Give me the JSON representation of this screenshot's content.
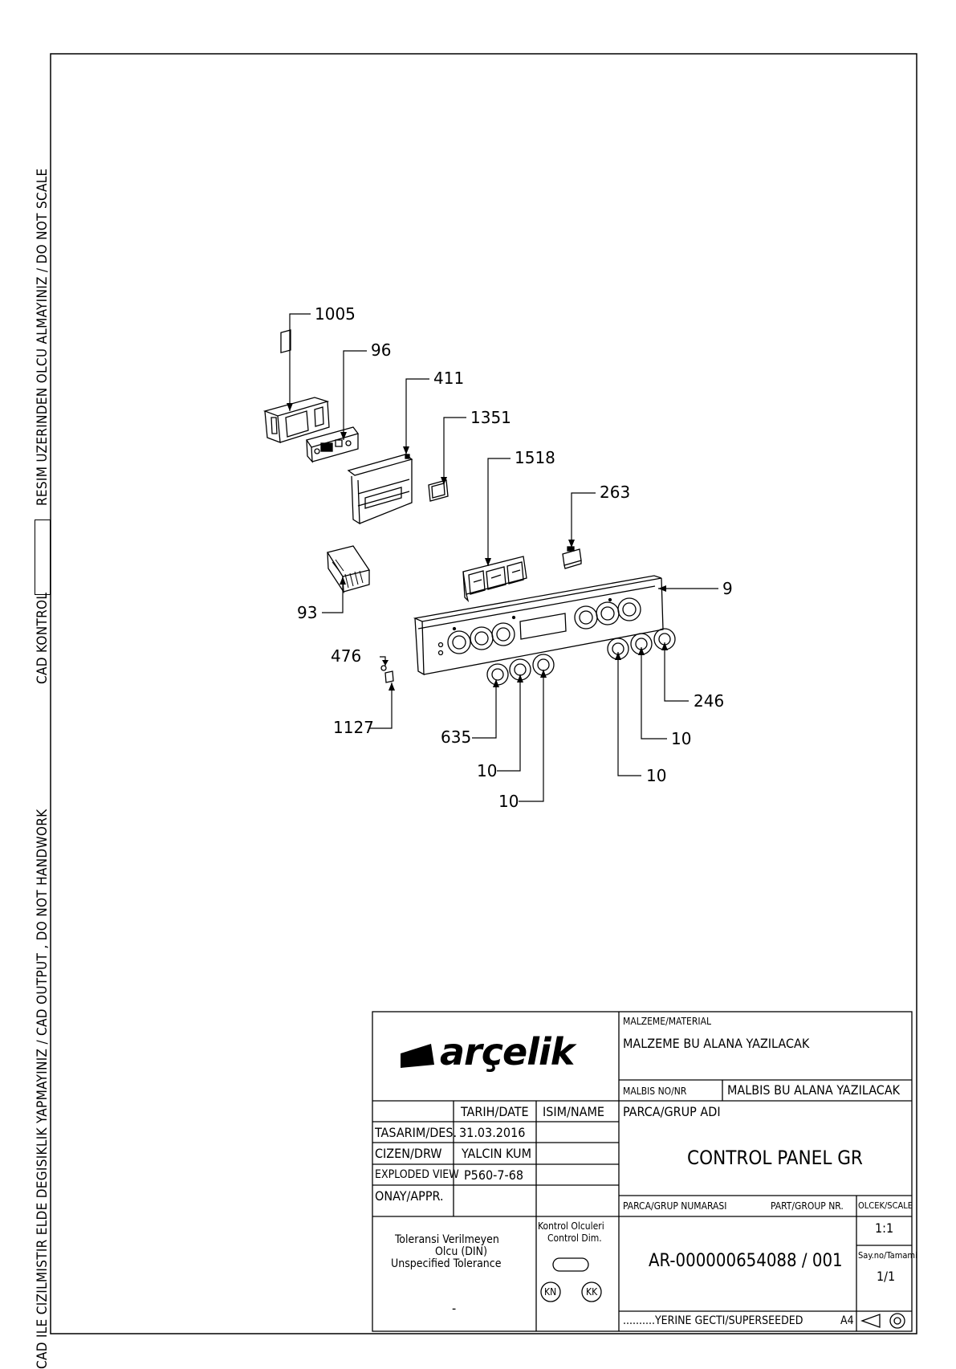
{
  "side_margin": {
    "part1": "CAD ILE CIZILMISTIR ELDE DEGISIKLIK YAPMAYINIZ / CAD OUTPUT , DO NOT HANDWORK",
    "part2": "CAD KONTROL",
    "part3": "RESIM UZERINDEN OLCU ALMAYINIZ / DO NOT SCALE"
  },
  "callouts": [
    "1005",
    "96",
    "411",
    "1351",
    "1518",
    "263",
    "9",
    "93",
    "476",
    "1127",
    "635",
    "10",
    "10",
    "246",
    "10",
    "10"
  ],
  "title_block": {
    "logo": "arçelik",
    "material_header": "MALZEME/MATERIAL",
    "material_value": "MALZEME BU ALANA YAZILACAK",
    "malbis_header": "MALBIS NO/NR",
    "malbis_value": "MALBIS BU ALANA YAZILACAK",
    "date_header": "TARIH/DATE",
    "name_header": "ISIM/NAME",
    "part_name_header": "PARCA/GRUP ADI",
    "rows": [
      {
        "label": "TASARIM/DES.",
        "value": "31.03.2016"
      },
      {
        "label": "CIZEN/DRW",
        "value": "YALCIN KUM"
      },
      {
        "label": "EXPLODED VIEW",
        "value": "P560-7-68"
      },
      {
        "label": "ONAY/APPR.",
        "value": ""
      }
    ],
    "part_name": "CONTROL PANEL GR",
    "part_no_header_tr": "PARCA/GRUP NUMARASI",
    "part_no_header_en": "PART/GROUP NR.",
    "scale_header": "OLCEK/SCALE",
    "scale_value": "1:1",
    "tolerance_1": "Toleransi Verilmeyen",
    "tolerance_2": "Olcu (DIN)",
    "tolerance_3": "Unspecified Tolerance",
    "tolerance_value": "-",
    "control_1": "Kontrol Olculeri",
    "control_2": "Control Dim.",
    "kn": "KN",
    "kk": "KK",
    "part_number": "AR-000000654088 / 001",
    "sheet_header": "Say.no/Tamami",
    "sheet_value": "1/1",
    "superseded": "..........YERINE GECTI/SUPERSEEDED",
    "paper_size": "A4"
  }
}
